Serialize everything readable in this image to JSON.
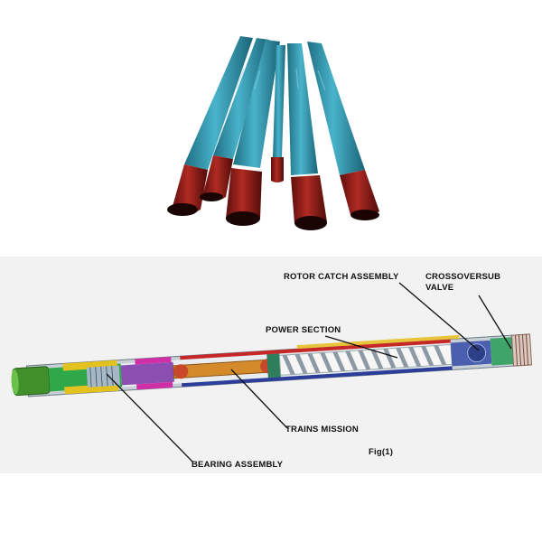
{
  "photo": {
    "subject": "drilling motors"
  },
  "diagram": {
    "labels": {
      "rotor_catch_assembly": "ROTOR CATCH ASSEMBLY",
      "crossoversub_line1": "CROSSOVERSUB",
      "crossoversub_line2": "VALVE",
      "power_section": "POWER SECTION",
      "transmission": "TRAINS MISSION",
      "bearing_assembly": "BEARING ASSEMBLY",
      "figure_caption": "Fig(1)"
    },
    "colors": {
      "pipe_blue": "#3a9fb8",
      "thread_red": "#8e1d1a",
      "background": "#f2f2f2"
    }
  }
}
